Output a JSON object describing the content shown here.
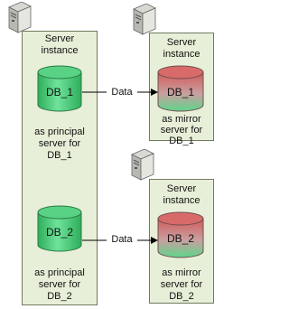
{
  "principal": {
    "title_line1": "Server",
    "title_line2": "instance",
    "db1": "DB_1",
    "db1_role_line1": "as principal",
    "db1_role_line2": "server for",
    "db1_role_line3": "DB_1",
    "db2": "DB_2",
    "db2_role_line1": "as principal",
    "db2_role_line2": "server for",
    "db2_role_line3": "DB_2"
  },
  "mirror_top": {
    "title_line1": "Server",
    "title_line2": "instance",
    "db": "DB_1",
    "role_line1": "as mirror",
    "role_line2": "server for",
    "role_line3": "DB_1"
  },
  "mirror_bottom": {
    "title_line1": "Server",
    "title_line2": "instance",
    "db": "DB_2",
    "role_line1": "as mirror",
    "role_line2": "server for",
    "role_line3": "DB_2"
  },
  "arrows": {
    "top_label": "Data",
    "bottom_label": "Data"
  },
  "colors": {
    "box_fill": "#e8efd8",
    "principal_cylinder": "#4ccf7a",
    "mirror_cylinder_top": "#d96a6a",
    "mirror_cylinder_bottom": "#6fd08a"
  },
  "icons": [
    "server-tower-icon",
    "server-tower-icon",
    "server-tower-icon"
  ]
}
